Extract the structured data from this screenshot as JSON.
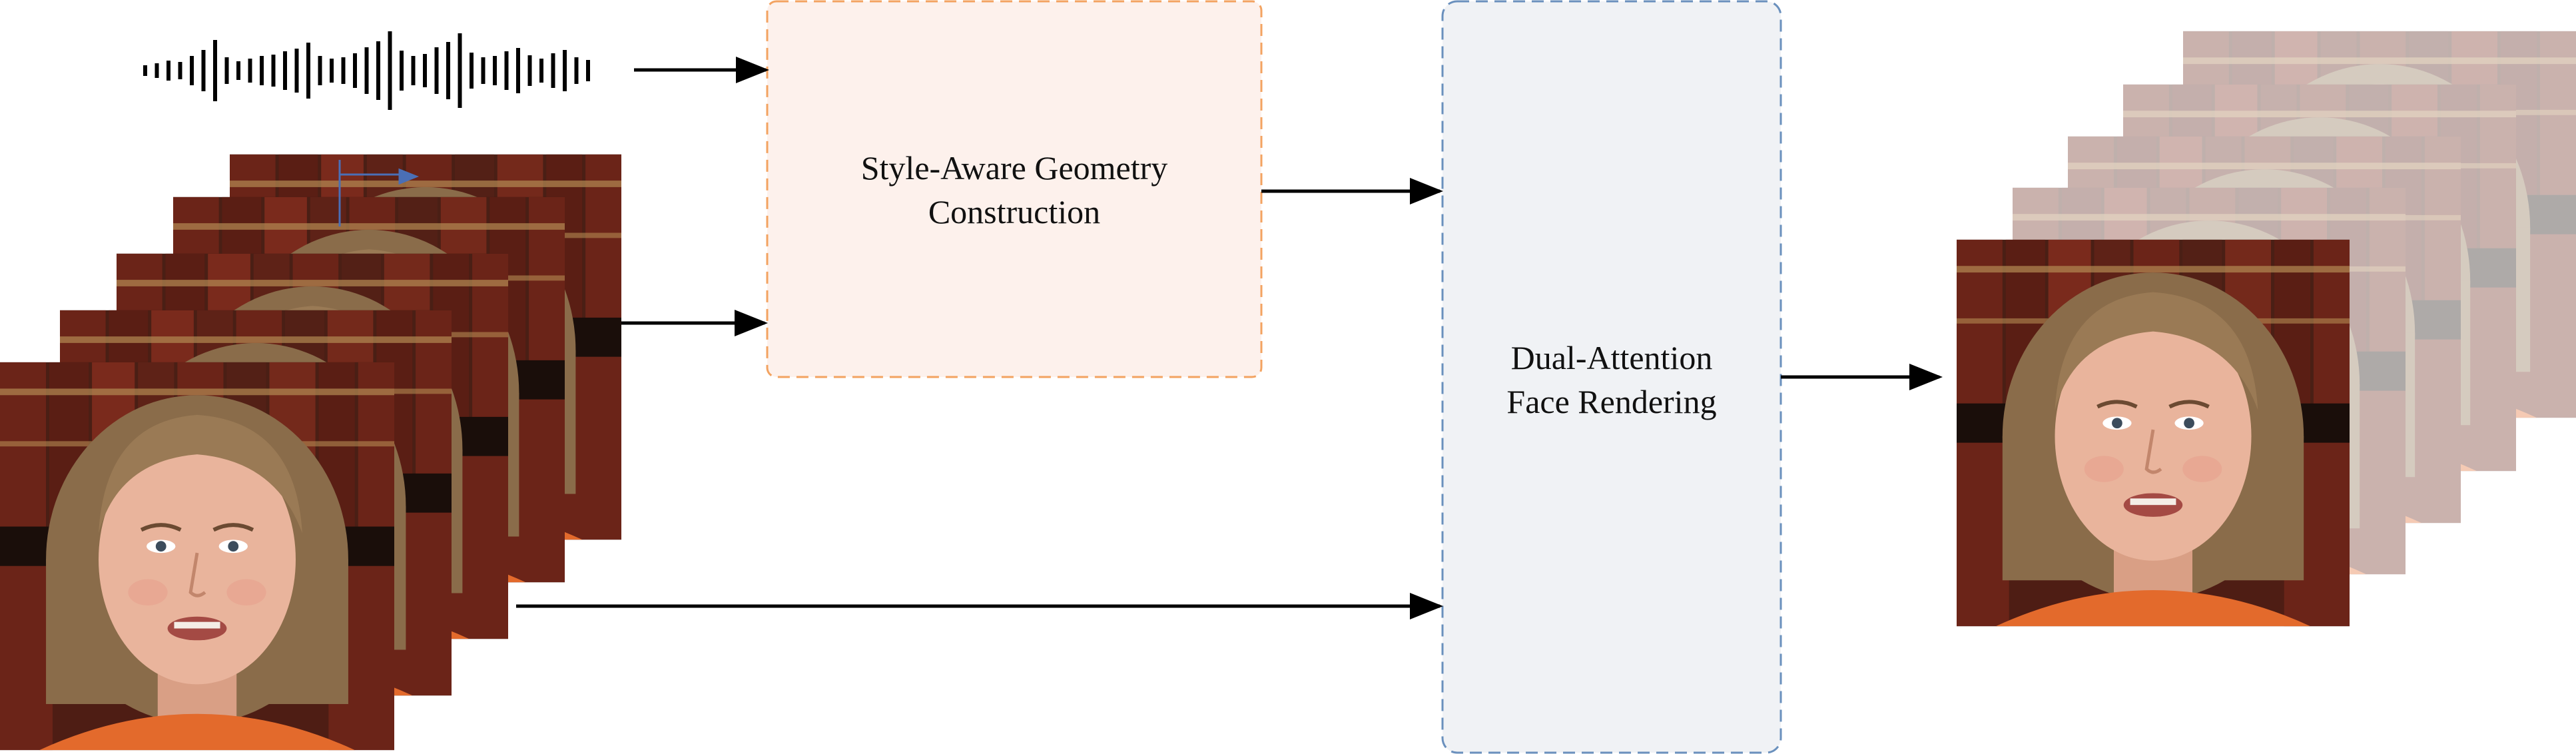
{
  "geometry_box": {
    "line1": "Style-Aware Geometry",
    "line2": "Construction",
    "fill": "#fdf1ec",
    "stroke": "#f3a361"
  },
  "rendering_box": {
    "line1": "Dual-Attention",
    "line2": "Face Rendering",
    "fill": "#f0f2f5",
    "stroke": "#6a90bd"
  },
  "colors": {
    "arrow": "#000000",
    "waveform": "#000000",
    "skin": "#e9b49c",
    "hair": "#8a6c4a",
    "shelf_dark": "#2a1812",
    "book_red": "#6b2418",
    "shirt": "#e36a2c"
  },
  "icons": {
    "audio": "audio-waveform-icon",
    "input_frames": "video-frames-icon",
    "output_frames": "video-frames-icon"
  }
}
